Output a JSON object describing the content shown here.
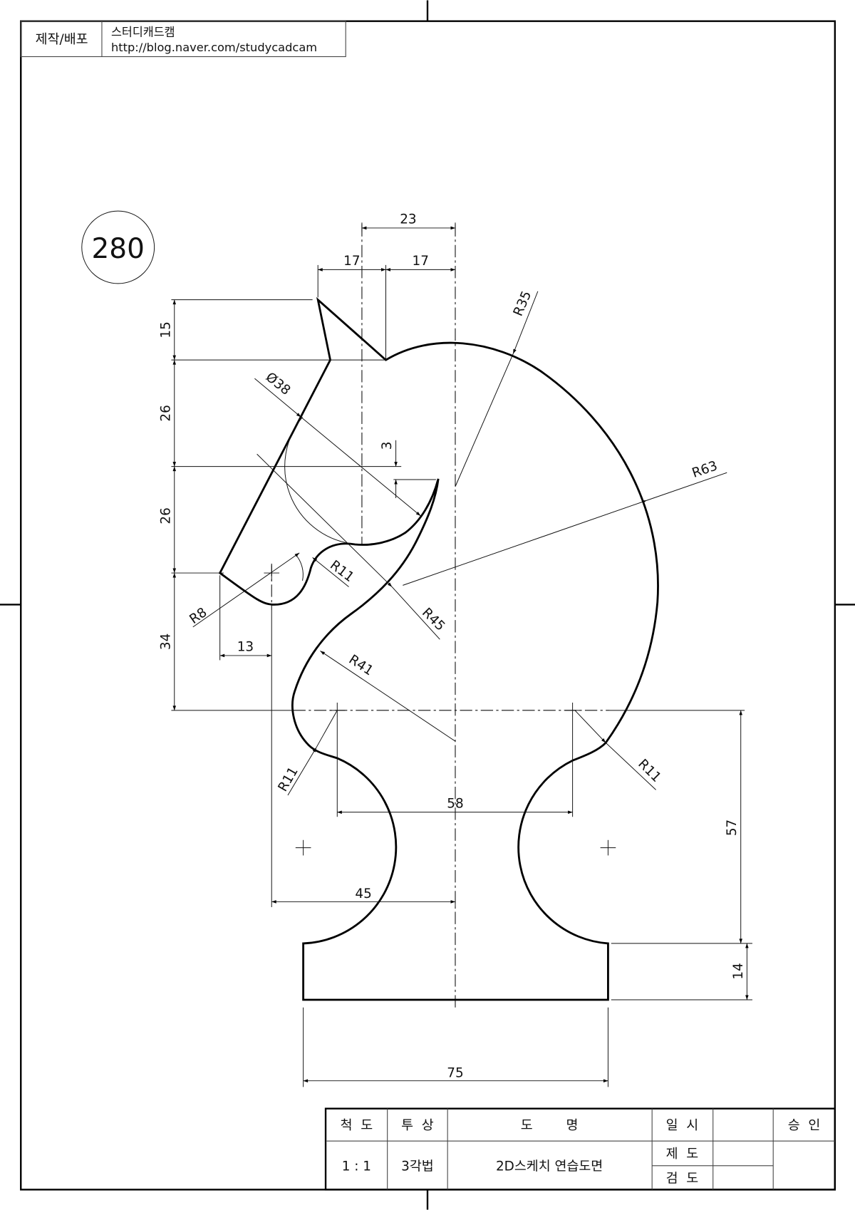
{
  "header_block": {
    "label": "제작/배포",
    "author": "스터디캐드캠",
    "url": "http://blog.naver.com/studycadcam"
  },
  "drawing_number": "280",
  "dimensions": {
    "d23": "23",
    "d17a": "17",
    "d17b": "17",
    "d15": "15",
    "d26a": "26",
    "d26b": "26",
    "d34": "34",
    "d3": "3",
    "dia38": "Ø38",
    "r45": "R45",
    "r35": "R35",
    "r63": "R63",
    "r41": "R41",
    "r11_right": "R11",
    "r11_left": "R11",
    "r11_head": "R11",
    "r8": "R8",
    "d13": "13",
    "d58": "58",
    "d45": "45",
    "d57": "57",
    "d14": "14",
    "d75": "75"
  },
  "title_block": {
    "scale_label": "척  도",
    "projection_label": "투  상",
    "name_label": "도        명",
    "date_label": "일  시",
    "approval_label": "승  인",
    "scale_value": "1 : 1",
    "projection_value": "3각법",
    "name_value": "2D스케치 연습도면",
    "drawn_label": "제  도",
    "checked_label": "검  도"
  }
}
